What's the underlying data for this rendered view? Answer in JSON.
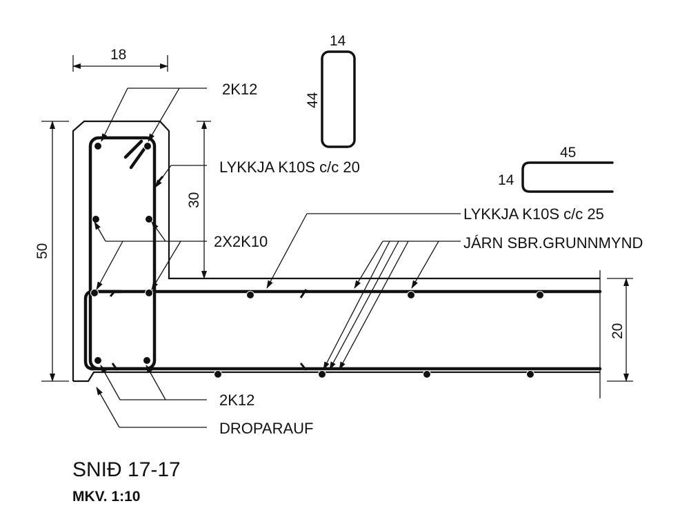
{
  "section": {
    "title": "SNIÐ 17-17",
    "scale": "MKV. 1:10"
  },
  "dimensions": {
    "top_width": "18",
    "total_height": "50",
    "upper_height": "30",
    "slab_thickness": "20"
  },
  "callouts": {
    "top_bars": "2K12",
    "stirrup_upper": "LYKKJA K10S c/c 20",
    "side_bars": "2X2K10",
    "stirrup_slab": "LYKKJA K10S c/c 25",
    "slab_bars": "JÁRN SBR.GRUNNMYND",
    "bottom_bars": "2K12",
    "drip_groove": "DROPARAUF"
  },
  "details": {
    "stirrup_width": "14",
    "stirrup_height": "44",
    "hook_length": "45",
    "hook_height": "14"
  }
}
